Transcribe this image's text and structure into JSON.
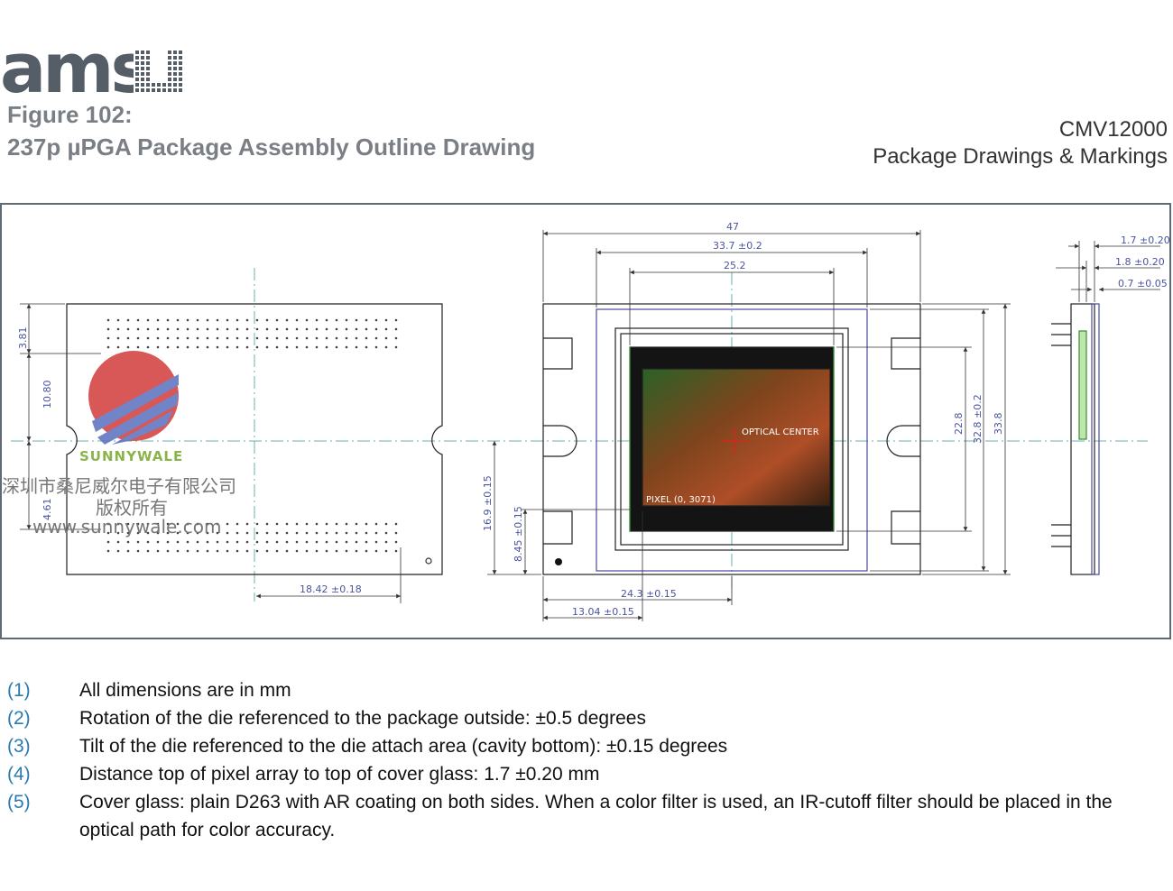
{
  "header": {
    "logo_text": "ams",
    "figure_label": "Figure 102:",
    "figure_title": "237p µPGA Package Assembly Outline Drawing",
    "doc_id": "CMV12000",
    "doc_section": "Package Drawings & Markings"
  },
  "drawing": {
    "bottom_view": {
      "d1": "3.81",
      "d2": "10.80",
      "d3": "4.61",
      "d4": "18.42 ±0.18"
    },
    "top_view": {
      "w_total": "47",
      "w_glass": "33.7 ±0.2",
      "w_die": "25.2",
      "h_die": "22.8",
      "h_glass": "32.8 ±0.2",
      "h_total": "33.8",
      "v_center": "16.9 ±0.15",
      "v_pixel": "8.45 ±0.15",
      "h_center": "24.3 ±0.15",
      "h_pixel": "13.04 ±0.15",
      "optical_center": "OPTICAL CENTER",
      "pixel_label": "PIXEL (0, 3071)"
    },
    "side_view": {
      "s1": "1.7 ±0.20",
      "s2": "1.8 ±0.20",
      "s3": "0.7 ±0.05"
    }
  },
  "watermark": {
    "brand": "SUNNYWALE",
    "company": "深圳市桑尼威尔电子有限公司",
    "rights": "版权所有",
    "url": "www.sunnywale.com"
  },
  "notes": [
    {
      "num": "(1)",
      "text": "All dimensions are in mm"
    },
    {
      "num": "(2)",
      "text": "Rotation of the die referenced to the package outside: ±0.5 degrees"
    },
    {
      "num": "(3)",
      "text": "Tilt of the die referenced to the die attach area (cavity bottom): ±0.15 degrees"
    },
    {
      "num": "(4)",
      "text": "Distance top of pixel array to top of cover glass: 1.7 ±0.20 mm"
    },
    {
      "num": "(5)",
      "text": "Cover glass: plain D263 with AR coating on both sides. When a color filter is used, an IR-cutoff filter should be placed in the optical path for color accuracy."
    }
  ]
}
